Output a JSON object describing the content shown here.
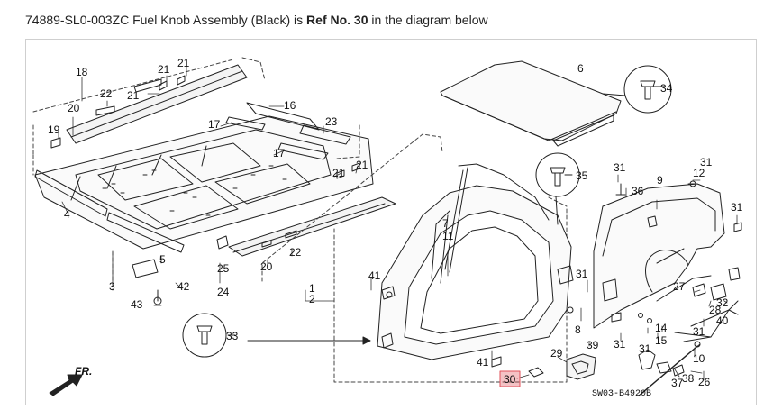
{
  "caption": {
    "prefix": "74889-SL0-003ZC Fuel Knob Assembly (Black) is ",
    "ref": "Ref No. 30",
    "suffix": " in the diagram below"
  },
  "diagram": {
    "highlight_color": "#e0505a",
    "highlight_ref": "30",
    "code": "SW03-B4920B",
    "direction_label": "FR.",
    "labels": [
      "18",
      "21",
      "21",
      "22",
      "21",
      "20",
      "19",
      "16",
      "17",
      "23",
      "17",
      "4",
      "3",
      "5",
      "42",
      "43",
      "25",
      "24",
      "20",
      "22",
      "21",
      "21",
      "1",
      "2",
      "7",
      "11",
      "41",
      "41",
      "30",
      "29",
      "33",
      "35",
      "6",
      "34",
      "31",
      "36",
      "9",
      "31",
      "12",
      "31",
      "31",
      "8",
      "39",
      "31",
      "27",
      "28",
      "32",
      "40",
      "14",
      "31",
      "31",
      "15",
      "10",
      "38",
      "37",
      "26"
    ]
  }
}
